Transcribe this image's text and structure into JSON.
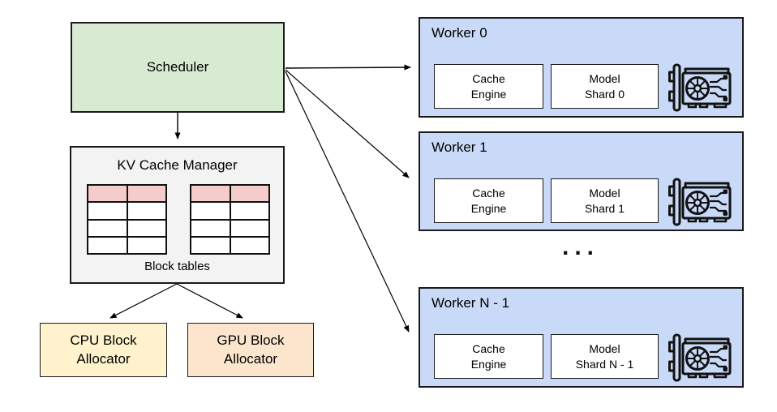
{
  "diagram": {
    "colors": {
      "scheduler_fill": "#d9ead3",
      "kv_manager_fill": "#f3f3f3",
      "table_cell_fill": "#ffffff",
      "table_highlight_fill": "#f4cccc",
      "cpu_allocator_fill": "#fff2cc",
      "gpu_allocator_fill": "#fce5cd",
      "worker_fill": "#c9daf8",
      "inner_box_fill": "#ffffff",
      "border": "#1a1a1a",
      "arrow": "#000000"
    },
    "scheduler": {
      "label": "Scheduler"
    },
    "kv_cache_manager": {
      "title": "KV Cache Manager",
      "caption": "Block tables",
      "tables": [
        {
          "rows": 4,
          "cols": 2,
          "highlighted_row": 0
        },
        {
          "rows": 4,
          "cols": 2,
          "highlighted_row": 0
        }
      ]
    },
    "cpu_allocator": {
      "line1": "CPU Block",
      "line2": "Allocator"
    },
    "gpu_allocator": {
      "line1": "GPU Block",
      "line2": "Allocator"
    },
    "ellipsis": "...",
    "workers": [
      {
        "title": "Worker 0",
        "cache_engine_line1": "Cache",
        "cache_engine_line2": "Engine",
        "model_shard_line1": "Model",
        "model_shard_line2": "Shard 0",
        "gpu_icon": "gpu-card-icon"
      },
      {
        "title": "Worker 1",
        "cache_engine_line1": "Cache",
        "cache_engine_line2": "Engine",
        "model_shard_line1": "Model",
        "model_shard_line2": "Shard 1",
        "gpu_icon": "gpu-card-icon"
      },
      {
        "title": "Worker N - 1",
        "cache_engine_line1": "Cache",
        "cache_engine_line2": "Engine",
        "model_shard_line1": "Model",
        "model_shard_line2": "Shard N - 1",
        "gpu_icon": "gpu-card-icon"
      }
    ]
  }
}
